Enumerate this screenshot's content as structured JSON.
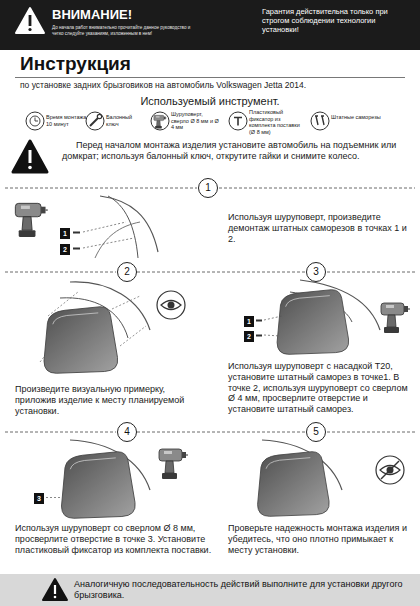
{
  "diagram": {
    "title": "Инструкция",
    "nodes": [
      {
        "text": [
          "ВНИМАНИЕ!",
          "До начала работ внимательно прочитайте данное руководство и четко следуйте указаниям, изложенным в нем!",
          "Гарантия действительна только при строгом соблюдении технологии установки!"
        ]
      },
      {
        "text": [
          "1"
        ]
      },
      {
        "text": [
          "1"
        ]
      },
      {
        "text": [
          "2"
        ]
      },
      {
        "text": [
          "2"
        ]
      },
      {
        "text": [
          "3"
        ]
      },
      {
        "text": [
          "1"
        ]
      },
      {
        "text": [
          "2"
        ]
      },
      {
        "text": [
          "4"
        ]
      },
      {
        "text": [
          "3"
        ]
      },
      {
        "text": [
          "5"
        ]
      },
      {
        "text": [
          "Аналогичную последовательность действий выполните для установки другого брызговика."
        ]
      }
    ],
    "edges": [
      {
        "from": 4,
        "to": 5,
        "arrow": "none"
      },
      {
        "from": 8,
        "to": 10,
        "arrow": "none"
      }
    ],
    "labels": [
      "по установке задних брызговиков на автомобиль Volkswagen Jetta 2014.",
      "Используемый инструмент.",
      "Время монтажа 10 минут",
      "Балонный ключ",
      "Шуруповерт, сверло Ø 8 мм и Ø 4 мм",
      "Пластиковый фиксатор из комплекта поставки (Ø 8 мм)",
      "Штатные саморезы",
      "Перед началом монтажа изделия установите автомобиль на подъемник или домкрат; используя балонный ключ, открутите гайки и снимите колесо.",
      "Используя шуруповерт, произведите демонтаж штатных саморезов в точках 1 и 2.",
      "Произведите визуальную примерку, приложив изделие к месту планируемой установки.",
      "Используя шуруповерт с насадкой T20, установите штатный саморез в точке1. В точке 2, используя шуруповерт со сверлом Ø 4 мм, просверлите отверстие и установите штатный саморез.",
      "Используя шуруповерт со сверлом Ø 8 мм, просверлите отверстие в точке 3. Установите пластиковый фиксатор из комплекта поставки.",
      "Проверьте надежность монтажа изделия и убедитесь, что оно плотно примыкает к месту установки."
    ]
  }
}
